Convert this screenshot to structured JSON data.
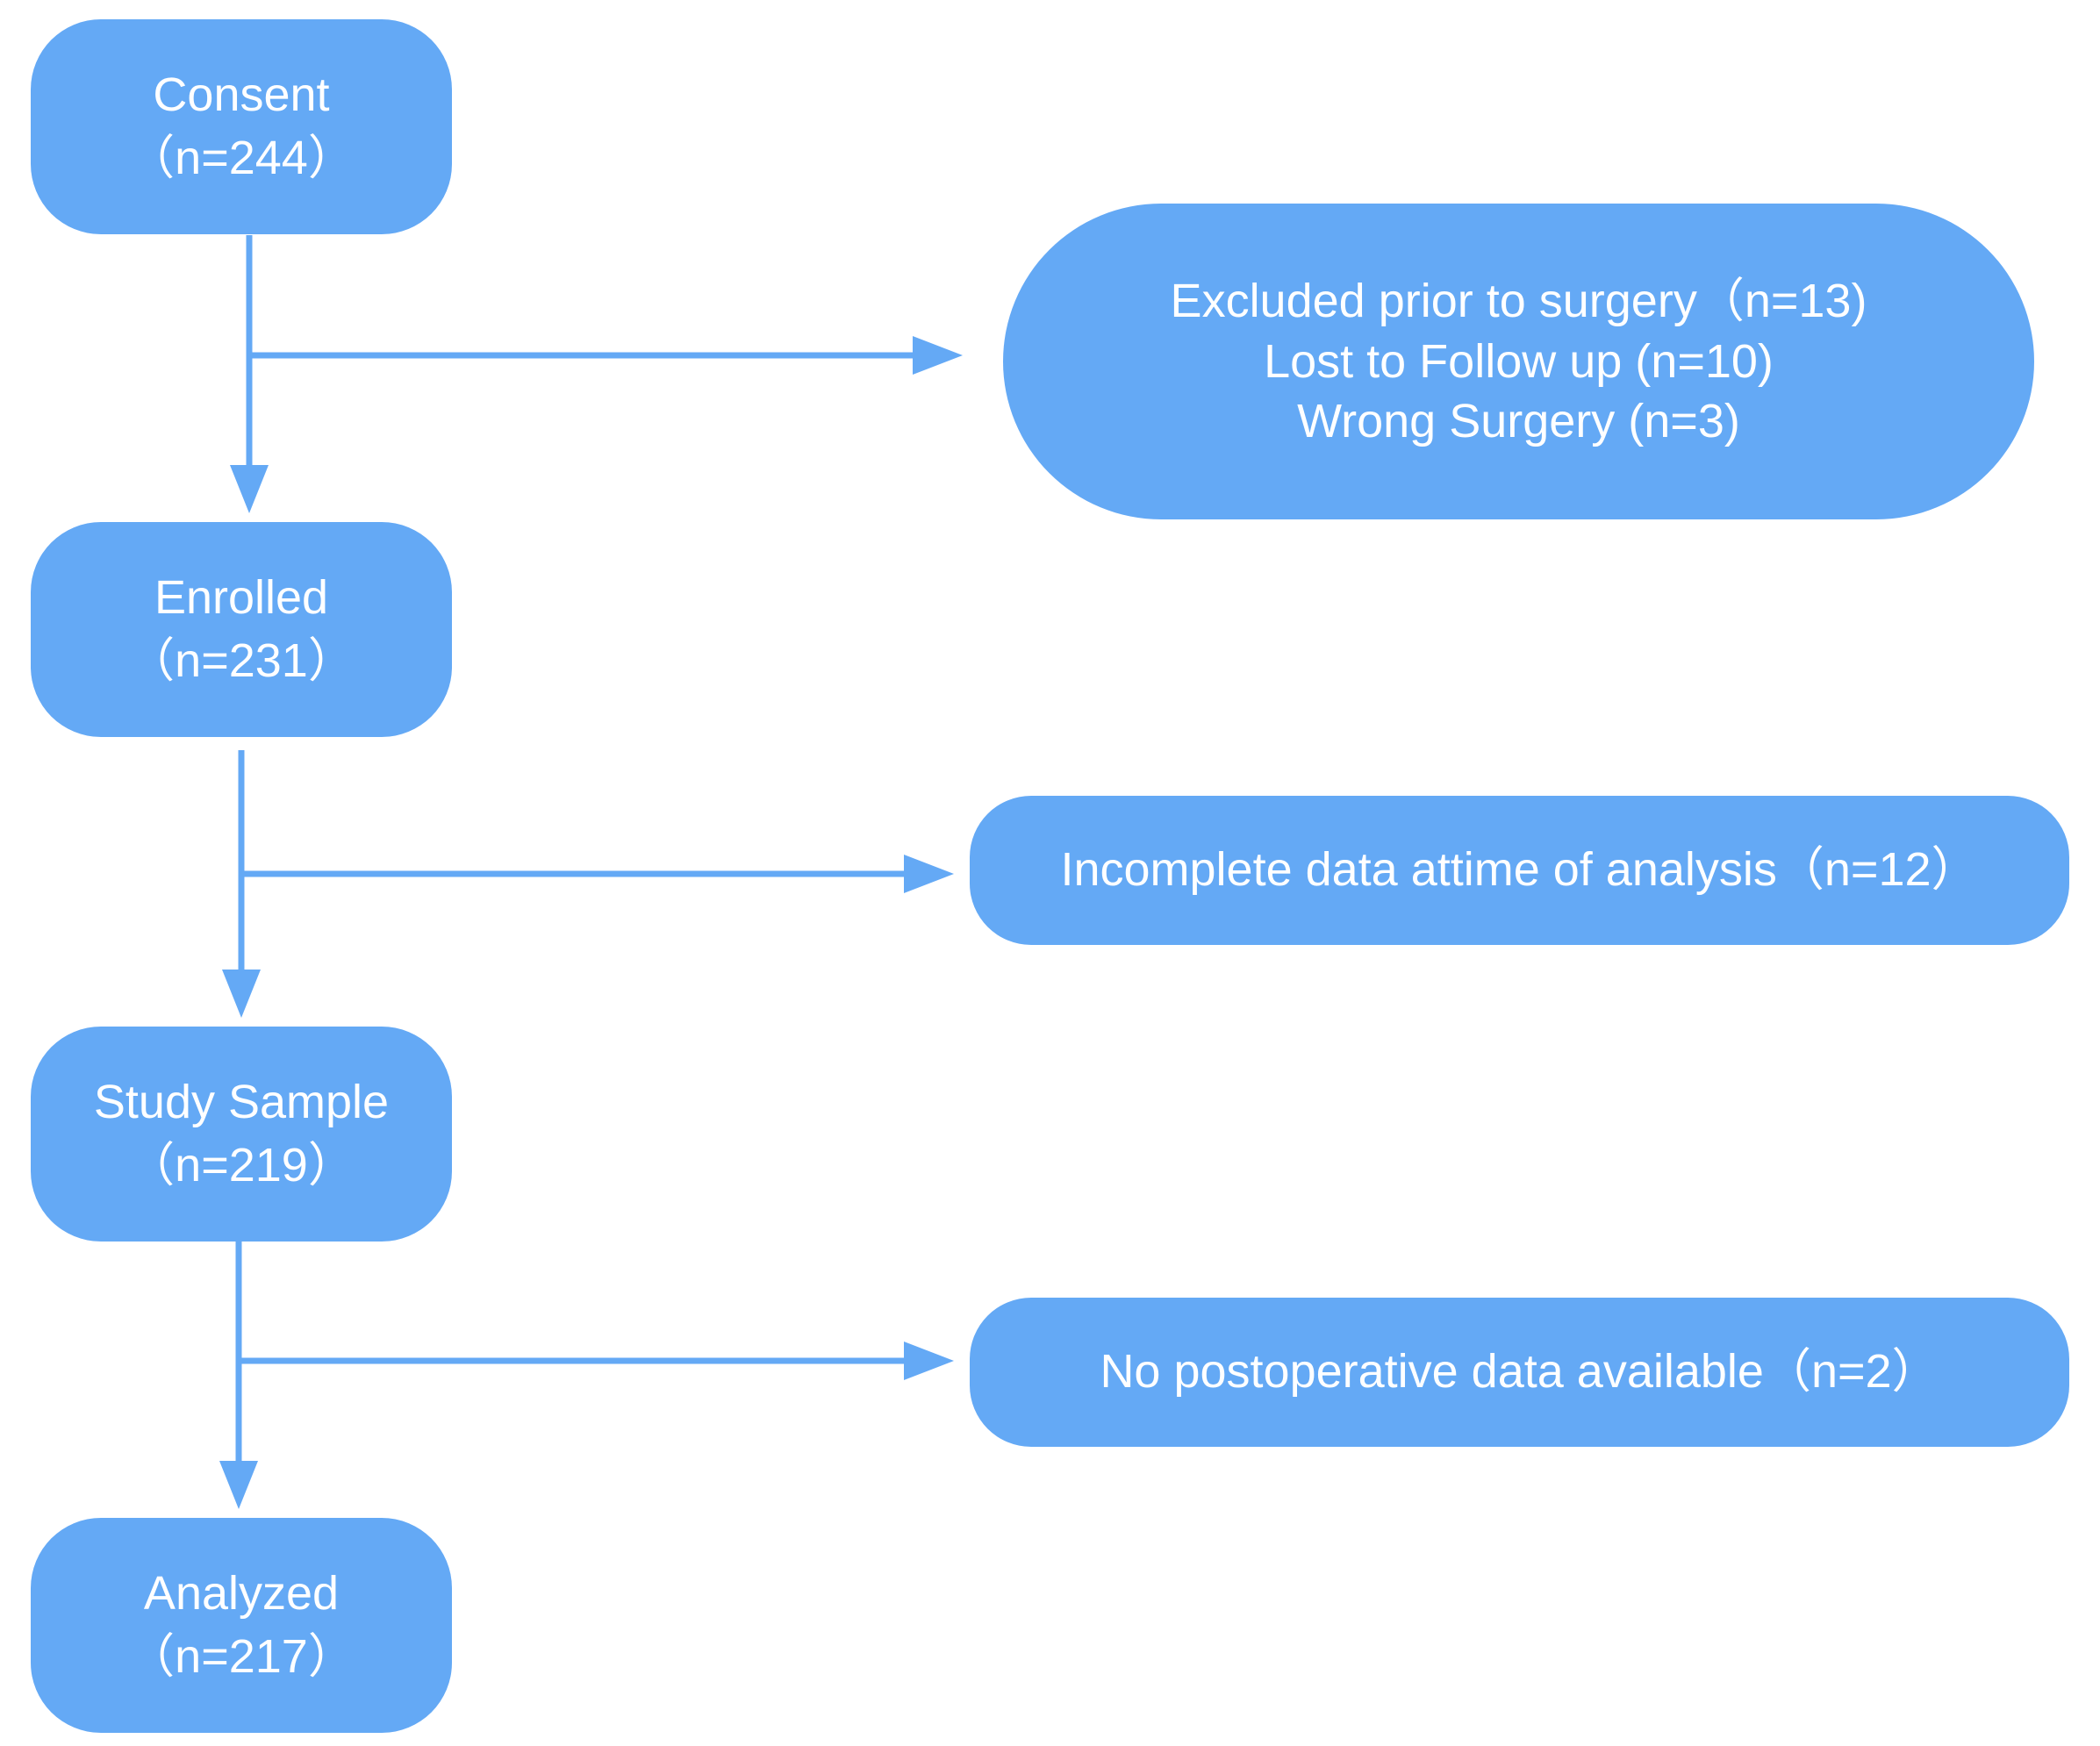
{
  "stages": [
    {
      "label": "Consent",
      "count": "（n=244）"
    },
    {
      "label": "Enrolled",
      "count": "（n=231）"
    },
    {
      "label": "Study Sample",
      "count": "（n=219）"
    },
    {
      "label": "Analyzed",
      "count": "（n=217）"
    }
  ],
  "exclusions": [
    {
      "lines": [
        "Excluded prior to surgery（n=13)",
        "Lost to Follow up (n=10)",
        "Wrong Surgery (n=3)"
      ]
    },
    {
      "lines": [
        "Incomplete data attime of analysis（n=12）"
      ]
    },
    {
      "lines": [
        "No postoperative data available（n=2）"
      ]
    }
  ],
  "colors": {
    "box_fill": "#64a9f5",
    "text": "#ffffff",
    "connector": "#64a9f5"
  }
}
